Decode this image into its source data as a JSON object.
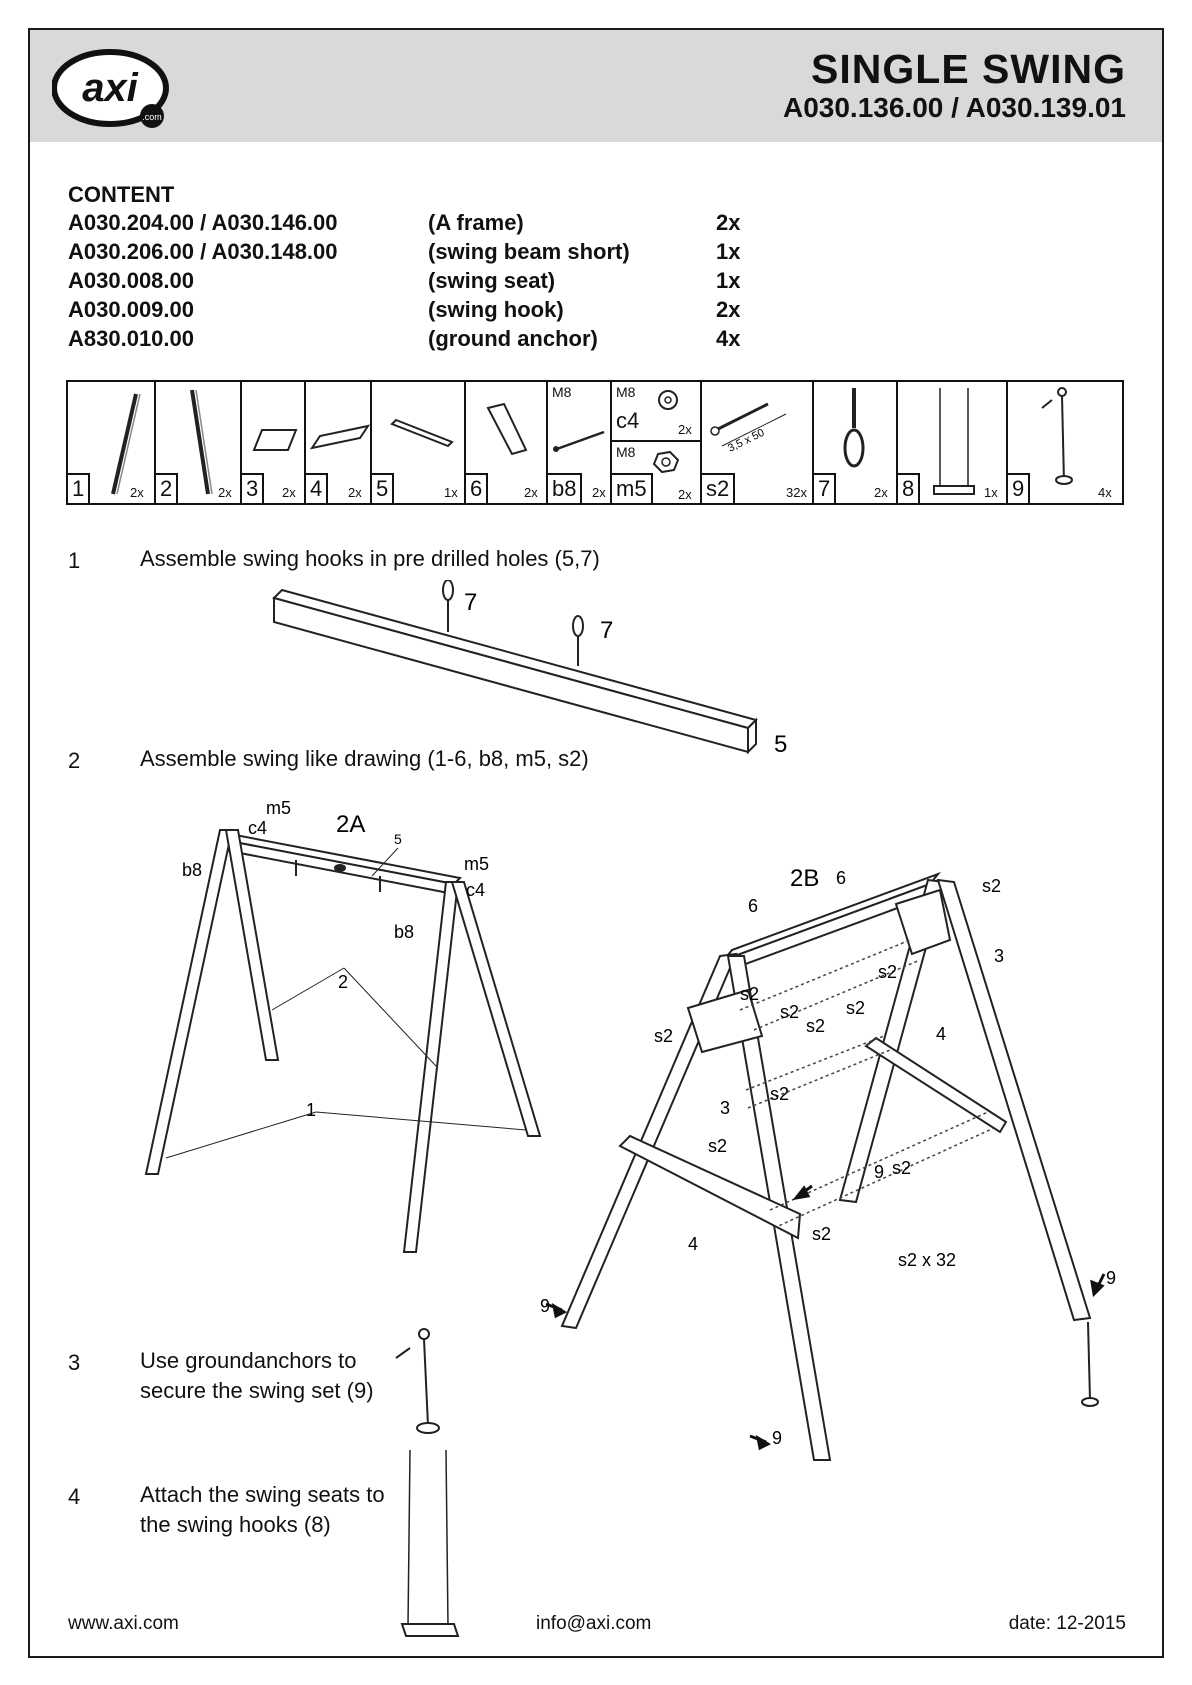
{
  "header": {
    "title": "SINGLE SWING",
    "subtitle": "A030.136.00 / A030.139.01",
    "logo_text": "axi",
    "logo_small": ".com"
  },
  "content": {
    "heading": "CONTENT",
    "rows": [
      {
        "code": "A030.204.00 / A030.146.00",
        "desc": "(A frame)",
        "qty": "2x"
      },
      {
        "code": "A030.206.00 / A030.148.00",
        "desc": "(swing beam short)",
        "qty": "1x"
      },
      {
        "code": "A030.008.00",
        "desc": "(swing seat)",
        "qty": "1x"
      },
      {
        "code": "A030.009.00",
        "desc": "(swing hook)",
        "qty": "2x"
      },
      {
        "code": "A830.010.00",
        "desc": "(ground anchor)",
        "qty": "4x"
      }
    ]
  },
  "parts": [
    {
      "label": "1",
      "qty": "2x"
    },
    {
      "label": "2",
      "qty": "2x"
    },
    {
      "label": "3",
      "qty": "2x"
    },
    {
      "label": "4",
      "qty": "2x"
    },
    {
      "label": "5",
      "qty": "1x"
    },
    {
      "label": "6",
      "qty": "2x"
    },
    {
      "label": "b8",
      "qty": "2x",
      "size": "M8"
    },
    {
      "label": "c4",
      "qty": "2x",
      "size": "M8"
    },
    {
      "label": "m5",
      "qty": "2x",
      "size": "M8"
    },
    {
      "label": "s2",
      "qty": "32x",
      "dim": "3,5 x 50"
    },
    {
      "label": "7",
      "qty": "2x"
    },
    {
      "label": "8",
      "qty": "1x"
    },
    {
      "label": "9",
      "qty": "4x"
    }
  ],
  "steps": [
    {
      "num": "1",
      "text": "Assemble swing hooks in pre drilled holes (5,7)"
    },
    {
      "num": "2",
      "text": "Assemble swing like drawing (1-6, b8, m5, s2)"
    },
    {
      "num": "3",
      "text": "Use groundanchors to secure the swing set (9)"
    },
    {
      "num": "4",
      "text": "Attach the swing seats to the swing hooks (8)"
    }
  ],
  "diagram_labels": {
    "step1_hook": "7",
    "step1_beam": "5",
    "fig_2a": "2A",
    "fig_2b": "2B",
    "m5": "m5",
    "c4": "c4",
    "b8": "b8",
    "n1": "1",
    "n2": "2",
    "n3": "3",
    "n4": "4",
    "n5": "5",
    "n6": "6",
    "n9": "9",
    "s2": "s2",
    "s2_total": "s2 x 32"
  },
  "footer": {
    "website": "www.axi.com",
    "email": "info@axi.com",
    "date": "date: 12-2015"
  }
}
